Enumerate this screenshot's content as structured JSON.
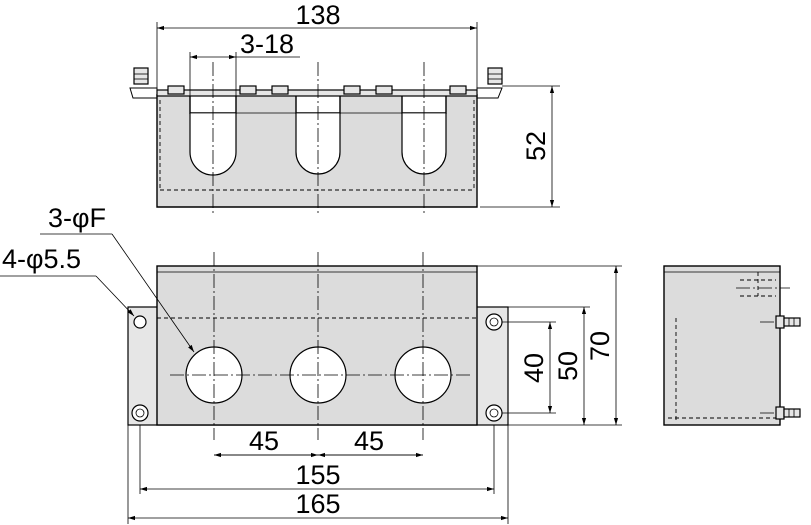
{
  "dimensions": {
    "top_width": "138",
    "slot_width": "3-18",
    "top_height": "52",
    "hole_callout": "3-φF",
    "mount_callout": "4-φ5.5",
    "hole_pitch_left": "45",
    "hole_pitch_right": "45",
    "mount_pitch": "155",
    "overall_width": "165",
    "mount_height_inner": "40",
    "mount_height_outer": "50",
    "overall_height": "70"
  }
}
